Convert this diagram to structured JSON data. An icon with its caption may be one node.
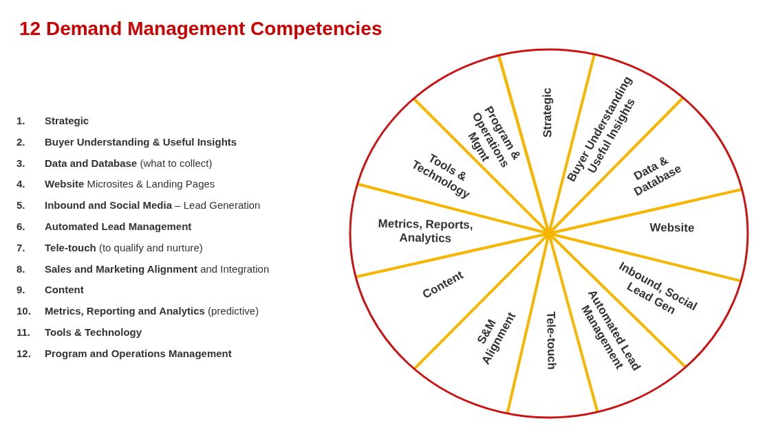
{
  "diagram": {
    "title": "12 Demand Management Competencies",
    "nodes": [
      {
        "text": [
          "Strategic"
        ]
      },
      {
        "text": [
          "Buyer Understanding Useful Insights"
        ]
      },
      {
        "text": [
          "Data & Database"
        ]
      },
      {
        "text": [
          "Website"
        ]
      },
      {
        "text": [
          "Inbound, Social Lead Gen"
        ]
      },
      {
        "text": [
          "Automated Lead Management"
        ]
      },
      {
        "text": [
          "Tele-touch"
        ]
      },
      {
        "text": [
          "S&M Alignment"
        ]
      },
      {
        "text": [
          "Content"
        ]
      },
      {
        "text": [
          "Metrics, Reports, Analytics"
        ]
      },
      {
        "text": [
          "Tools & Technology"
        ]
      },
      {
        "text": [
          "Program & Operations Mgmt"
        ]
      }
    ],
    "labels": [
      "1.",
      "**Strategic**",
      "2.",
      "**Buyer Understanding & Useful Insights**",
      "3.",
      "**Data and Database** (what to collect)",
      "4.",
      "**Website** Microsites & Landing Pages",
      "5.",
      "**Inbound and Social Media** – Lead Generation",
      "6.",
      "**Automated Lead Management**",
      "7.",
      "**Tele-touch** (to qualify and nurture)",
      "8.",
      "**Sales and Marketing Alignment** and Integration",
      "9.",
      "**Content**",
      "10.",
      "**Metrics, Reporting and Analytics** (predictive)",
      "11.",
      "**Tools & Technology**",
      "12.",
      "**Program and Operations Management**"
    ]
  }
}
